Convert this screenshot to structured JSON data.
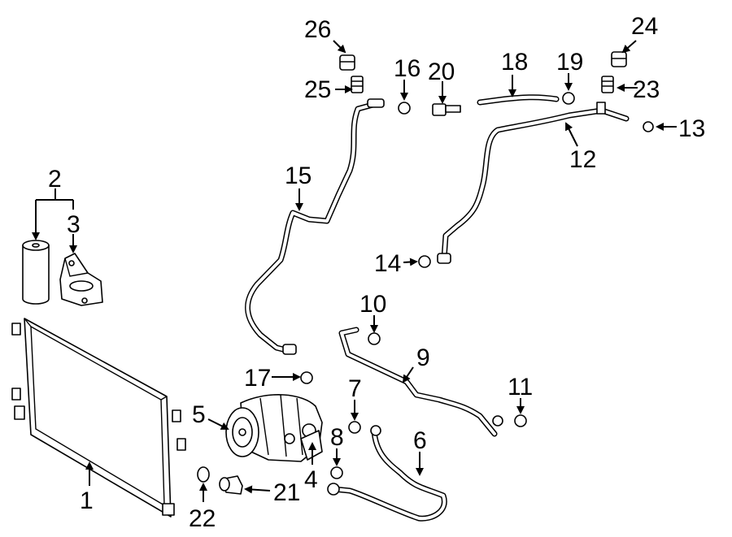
{
  "callouts": [
    {
      "number": "1"
    },
    {
      "number": "2"
    },
    {
      "number": "3"
    },
    {
      "number": "4"
    },
    {
      "number": "5"
    },
    {
      "number": "6"
    },
    {
      "number": "7"
    },
    {
      "number": "8"
    },
    {
      "number": "9"
    },
    {
      "number": "10"
    },
    {
      "number": "11"
    },
    {
      "number": "12"
    },
    {
      "number": "13"
    },
    {
      "number": "14"
    },
    {
      "number": "15"
    },
    {
      "number": "16"
    },
    {
      "number": "17"
    },
    {
      "number": "18"
    },
    {
      "number": "19"
    },
    {
      "number": "20"
    },
    {
      "number": "21"
    },
    {
      "number": "22"
    },
    {
      "number": "23"
    },
    {
      "number": "24"
    },
    {
      "number": "25"
    },
    {
      "number": "26"
    }
  ]
}
